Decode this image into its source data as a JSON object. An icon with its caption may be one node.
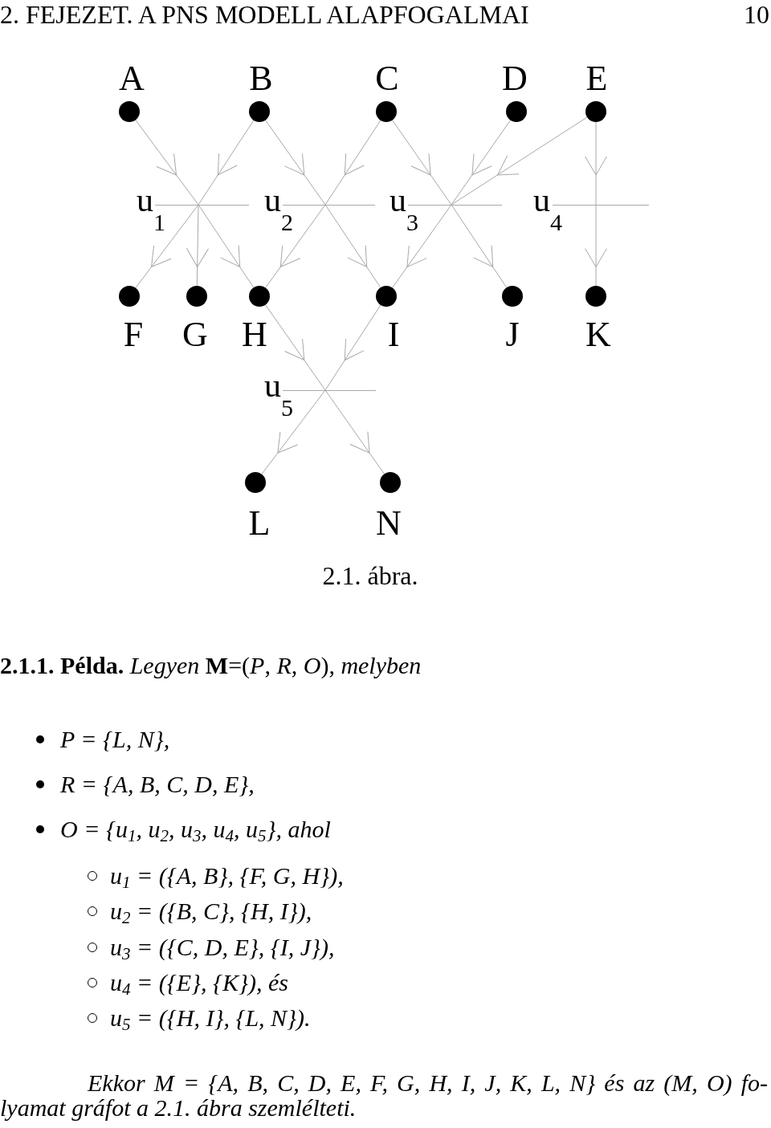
{
  "diagram": {
    "caption": "2.1. ábra.",
    "nodes": [
      {
        "text": [
          "A"
        ]
      },
      {
        "text": [
          "B"
        ]
      },
      {
        "text": [
          "C"
        ]
      },
      {
        "text": [
          "D"
        ]
      },
      {
        "text": [
          "E"
        ]
      },
      {
        "text": [
          "u$_{1}$"
        ]
      },
      {
        "text": [
          "u$_{2}$"
        ]
      },
      {
        "text": [
          "u$_{3}$"
        ]
      },
      {
        "text": [
          "u$_{4}$"
        ]
      },
      {
        "text": [
          "F"
        ]
      },
      {
        "text": [
          "G"
        ]
      },
      {
        "text": [
          "H"
        ]
      },
      {
        "text": [
          "I"
        ]
      },
      {
        "text": [
          "J"
        ]
      },
      {
        "text": [
          "K"
        ]
      },
      {
        "text": [
          "u$_{5}$"
        ]
      },
      {
        "text": [
          "L"
        ]
      },
      {
        "text": [
          "N"
        ]
      }
    ],
    "edges": [
      {
        "from": 0,
        "to": 5,
        "arrow": "to"
      },
      {
        "from": 1,
        "to": 5,
        "arrow": "to"
      },
      {
        "from": 5,
        "to": 9,
        "arrow": "to"
      },
      {
        "from": 5,
        "to": 10,
        "arrow": "to"
      },
      {
        "from": 5,
        "to": 11,
        "arrow": "to"
      },
      {
        "from": 1,
        "to": 6,
        "arrow": "to"
      },
      {
        "from": 2,
        "to": 6,
        "arrow": "to"
      },
      {
        "from": 6,
        "to": 11,
        "arrow": "to"
      },
      {
        "from": 6,
        "to": 12,
        "arrow": "to"
      },
      {
        "from": 2,
        "to": 7,
        "arrow": "to"
      },
      {
        "from": 3,
        "to": 7,
        "arrow": "to"
      },
      {
        "from": 4,
        "to": 7,
        "arrow": "to"
      },
      {
        "from": 7,
        "to": 12,
        "arrow": "to"
      },
      {
        "from": 7,
        "to": 13,
        "arrow": "to"
      },
      {
        "from": 4,
        "to": 8,
        "arrow": "to"
      },
      {
        "from": 8,
        "to": 14,
        "arrow": "to"
      },
      {
        "from": 11,
        "to": 15,
        "arrow": "to"
      },
      {
        "from": 12,
        "to": 15,
        "arrow": "to"
      },
      {
        "from": 15,
        "to": 16,
        "arrow": "to"
      },
      {
        "from": 15,
        "to": 17,
        "arrow": "to"
      }
    ],
    "labels": [
      "2. FEJEZET. A PNS MODELL ALAPFOGALMAI",
      "10",
      "**2.1.1. Példa.** *Legyen* **M**=(*P*, *R*, *O*), *melyben*",
      "P = {L, N},",
      "R = {A, B, C, D, E},",
      "O = {u$_{1}$, u$_{2}$, u$_{3}$, u$_{4}$, u$_{5}$}, ahol",
      "u$_{1}$ = ({A, B}, {F, G, H}),",
      "u$_{2}$ = ({B, C}, {H, I}),",
      "u$_{3}$ = ({C, D, E}, {I, J}),",
      "u$_{4}$ = ({E}, {K}), és",
      "u$_{5}$ = ({H, I}, {L, N}).",
      "Ekkor M = {A, B, C, D, E, F, G, H, I, J, K, L, N} és az (M, O) fo- lyamat gráfot a 2.1. ábra szemlélteti."
    ]
  }
}
